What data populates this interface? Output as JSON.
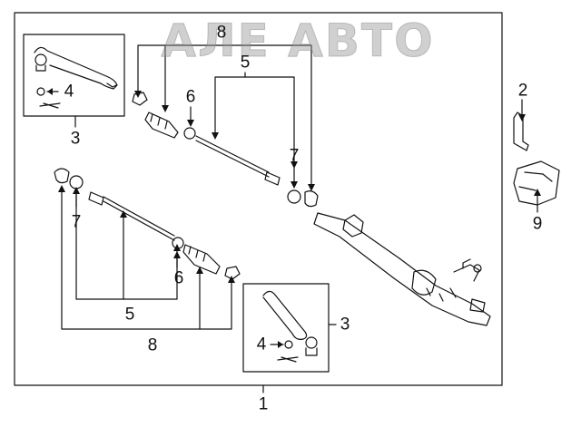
{
  "watermark": "АЛЕ АВТО",
  "callouts": {
    "c1": "1",
    "c2": "2",
    "c3_top": "3",
    "c3_bottom": "3",
    "c4_top": "4",
    "c4_bottom": "4",
    "c5_top": "5",
    "c5_bottom": "5",
    "c6_top": "6",
    "c6_bottom": "6",
    "c7_right": "7",
    "c7_left": "7",
    "c8_top": "8",
    "c8_bottom": "8",
    "c9": "9"
  },
  "colors": {
    "line": "#111111",
    "watermark": "#969696"
  }
}
